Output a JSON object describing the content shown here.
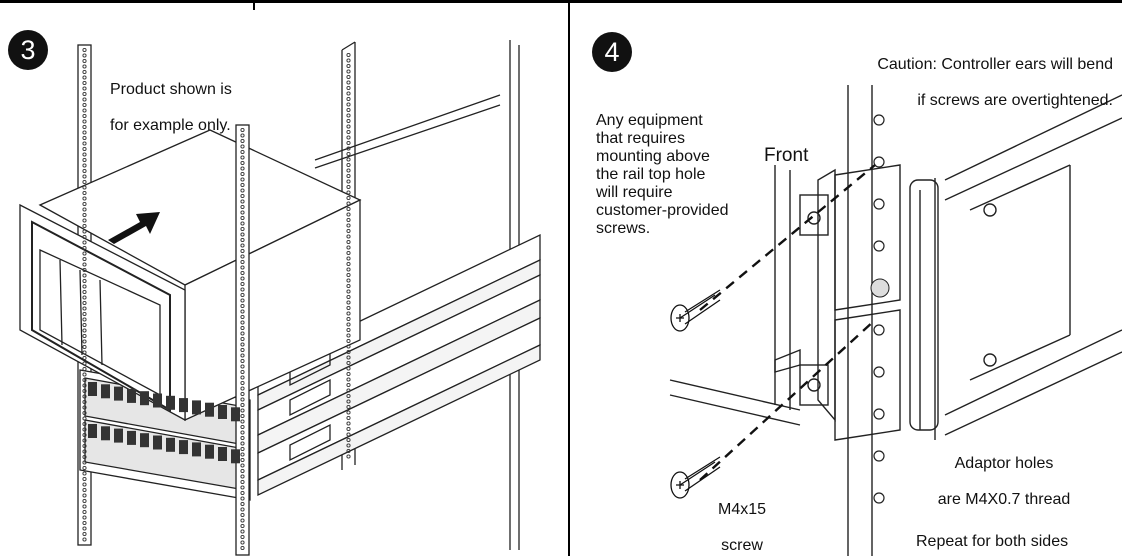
{
  "step3": {
    "number": "3",
    "note_line1": "Product shown is",
    "note_line2": "for example only."
  },
  "step4": {
    "number": "4",
    "caution_line1": "Caution: Controller ears will bend",
    "caution_line2": "if screws are overtightened.",
    "equipment_note": "Any equipment\nthat requires\nmounting above\nthe rail top hole\nwill require\ncustomer-provided\nscrews.",
    "front_label": "Front",
    "adaptor_line1": "Adaptor holes",
    "adaptor_line2": "are M4X0.7 thread",
    "screw_line1": "M4x15",
    "screw_line2": "screw",
    "repeat_note": "Repeat for both sides"
  }
}
